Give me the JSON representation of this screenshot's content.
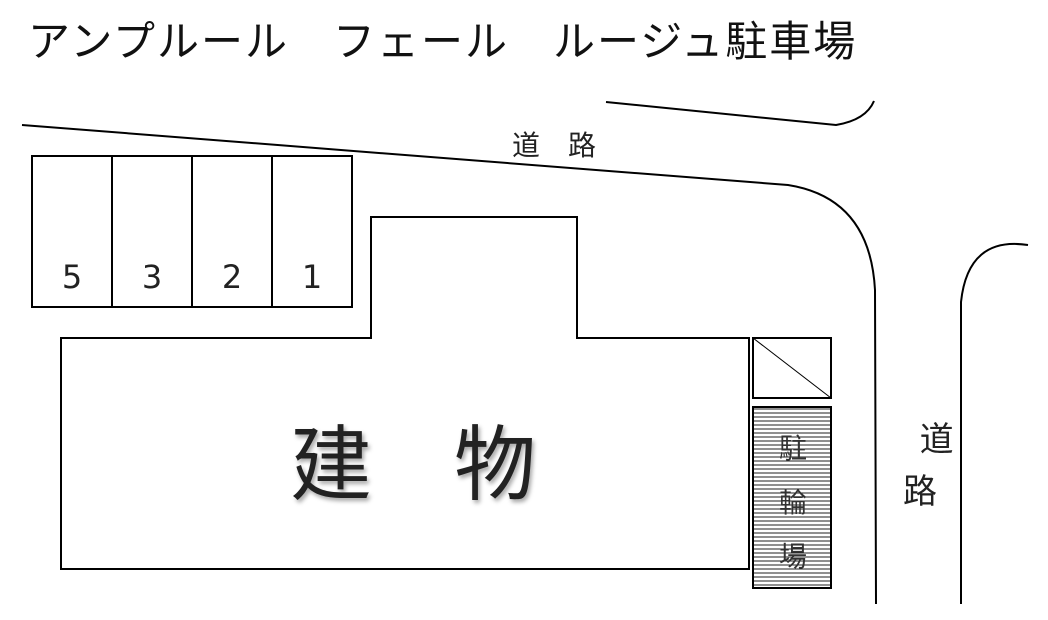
{
  "title": "アンプルール　フェール　ルージュ駐車場",
  "roads": {
    "top_label": "道　路",
    "right_label": "道\n路"
  },
  "parking_slots": [
    {
      "number": "5"
    },
    {
      "number": "3"
    },
    {
      "number": "2"
    },
    {
      "number": "1"
    }
  ],
  "building": {
    "label": "建　物"
  },
  "bicycle_parking": {
    "label": "駐\n輪\n場"
  },
  "colors": {
    "line": "#000000",
    "background": "#ffffff"
  }
}
